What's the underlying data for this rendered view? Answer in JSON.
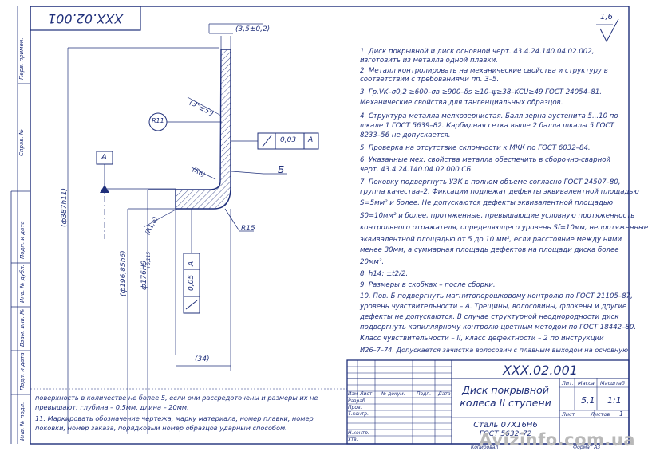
{
  "header": {
    "doc_number_mirrored": "XXX.02.001",
    "roughness": "1,6"
  },
  "side_labels": [
    "Перв. примен.",
    "Справ. №",
    "Подп. и дата",
    "Инв. № дубл.",
    "Взам. инв. №",
    "Подп. и дата",
    "Инв. № подл."
  ],
  "drawing": {
    "dim_top": "(3,5±0,2)",
    "angle": "(3°±5')",
    "radius_r11": "R11",
    "tolerance_top": {
      "value": "0,03",
      "base": "A"
    },
    "tolerance_bottom": {
      "value": "0,05",
      "base": "A"
    },
    "datum_label": "A",
    "r6": "(R6)",
    "r16": "(R1,6)",
    "r15": "R15",
    "b_label": "Б",
    "dia_outer": "(ф387h11)",
    "dia_mid": "(ф196,85h6)",
    "dia_inner": "ф176Н9",
    "dia_inner_tol": "+0,115",
    "dim_bottom": "(34)"
  },
  "notes": [
    "1. Диск покрывной и диск основной черт. 43.4.24.140.04.02.002,",
    "изготовить из металла одной плавки.",
    "2. Металл контролировать на механические свойства и структуру в",
    "соответствии с требованиями пп. 3–5.",
    "3. Гр.VK–σ0,2 ≥600–σв ≥900–δs ≥10–ψ≥38–KCU≥49 ГОСТ 24054–81.",
    "Механические свойства для тангенциальных образцов.",
    "4. Структура металла мелкозернистая. Балл зерна аустенита 5...10 по",
    "шкале 1 ГОСТ 5639–82. Карбидная сетка выше 2 балла шкалы 5 ГОСТ",
    "8233–56 не допускается.",
    "5. Проверка на отсутствие склонности к МКК по ГОСТ 6032–84.",
    "6. Указанные мех. свойства металла обеспечить в сборочно-сварной",
    "черт. 43.4.24.140.04.02.000 СБ.",
    "7. Поковку подвергнуть УЗК в полном объеме согласно ГОСТ 24507–80,",
    "группа качества–2. Фиксации подлежат дефекты эквивалентной площадью",
    "S=5мм² и более. Не допускаются дефекты эквивалентной площадью",
    "S0=10мм² и более, протяженные, превышающие условную протяженность",
    "контрольного отражателя, определяющего уровень Sf=10мм, непротяженные",
    "эквивалентной площадью от 5 до 10 мм², если расстояние между ними",
    "менее 30мм, а суммарная площадь дефектов на площади диска более",
    "20мм².",
    "8. h14; ±t2/2.",
    "9. Размеры в скобках – после сборки.",
    "10. Пов. Б подвергнуть магнитопорошковому контролю по ГОСТ 21105–87,",
    "уровень чувствительности – А. Трещины, волосовины, флокены и другие",
    "дефекты не допускаются. В случае структурной неоднородности диск",
    "подвергнуть капиллярному контролю цветным методом по ГОСТ 18442–80.",
    "Класс чувствительности – II, класс дефектности – 2 по инструкции",
    "И26–7–74. Допускается зачистка волосовин с плавным выходом на основную"
  ],
  "bottom_notes": [
    "поверхность в количестве не более 5, если они рассредоточены и размеры их не",
    "превышают: глубина – 0,5мм, длина – 20мм.",
    "11. Маркировать обозначение чертежа, марку материала, номер плавки, номер",
    "поковки, номер заказа, порядковый номер образцов ударным способом."
  ],
  "title_block": {
    "doc_number": "XXX.02.001",
    "title_line1": "Диск покрывной",
    "title_line2": "колеса II ступени",
    "material_line1": "Сталь 07Х16Н6",
    "material_line2": "ГОСТ 5632–72",
    "col_izm": "Изм",
    "col_list": "Лист",
    "col_docnum": "№ докум.",
    "col_sign": "Подп.",
    "col_date": "Дата",
    "row_razrab": "Разраб.",
    "row_prov": "Пров.",
    "row_tkontr": "Т.контр.",
    "row_nkontr": "Н.контр.",
    "row_utv": "Утв.",
    "hdr_lit": "Лит.",
    "hdr_massa": "Масса",
    "hdr_masshtab": "Масштаб",
    "massa": "5,1",
    "masshtab": "1:1",
    "sheet": "Лист",
    "sheets": "Листов",
    "sheets_value": "1",
    "copied": "Копировал",
    "format": "Формат А3"
  },
  "watermark": "Avizinfo.com.ua"
}
